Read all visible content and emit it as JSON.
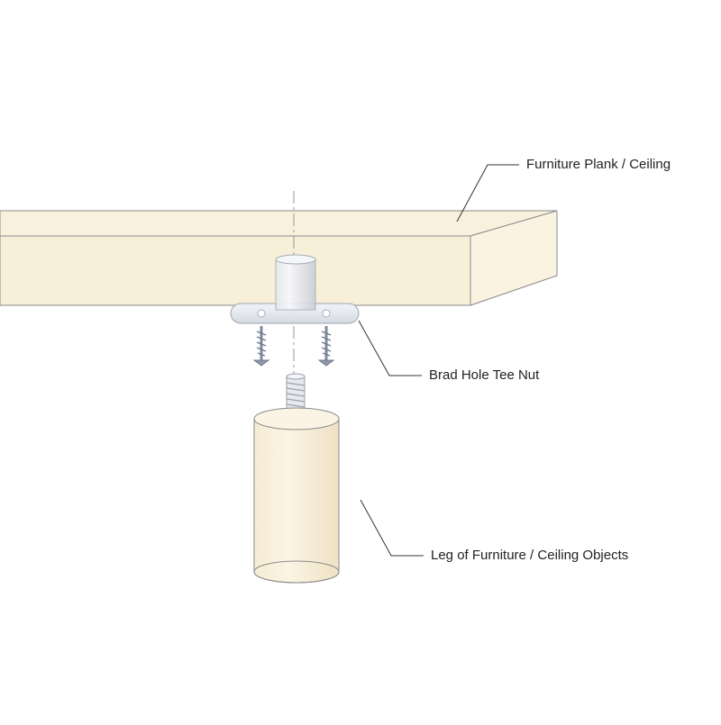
{
  "labels": {
    "plank": "Furniture Plank / Ceiling",
    "tee_nut": "Brad Hole Tee Nut",
    "leg": "Leg of Furniture / Ceiling Objects"
  },
  "colors": {
    "wood_face": "#f8efd9",
    "wood_side": "#fbf3e2",
    "wood_edge": "#8a8a8a",
    "metal_light": "#eef0f4",
    "metal_mid": "#c9ced8",
    "screw": "#8e99aa",
    "leader": "#333333",
    "centerline": "#9a9a9a"
  },
  "icons": {
    "screw_left": "screw-icon",
    "screw_right": "screw-icon",
    "threaded_stud": "threaded-stud-icon"
  }
}
